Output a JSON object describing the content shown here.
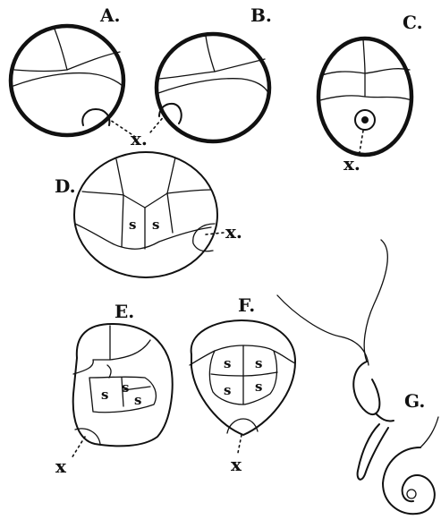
{
  "panels": {
    "A": {
      "label": "A.",
      "marker": "x."
    },
    "B": {
      "label": "B."
    },
    "C": {
      "label": "C.",
      "marker": "x."
    },
    "D": {
      "label": "D.",
      "marker": "x.",
      "cells": [
        "s",
        "s"
      ]
    },
    "E": {
      "label": "E.",
      "marker": "x",
      "cells": [
        "s",
        "s",
        "s"
      ]
    },
    "F": {
      "label": "F.",
      "marker": "x",
      "cells": [
        "s",
        "s",
        "s",
        "s"
      ]
    },
    "G": {
      "label": "G."
    }
  }
}
